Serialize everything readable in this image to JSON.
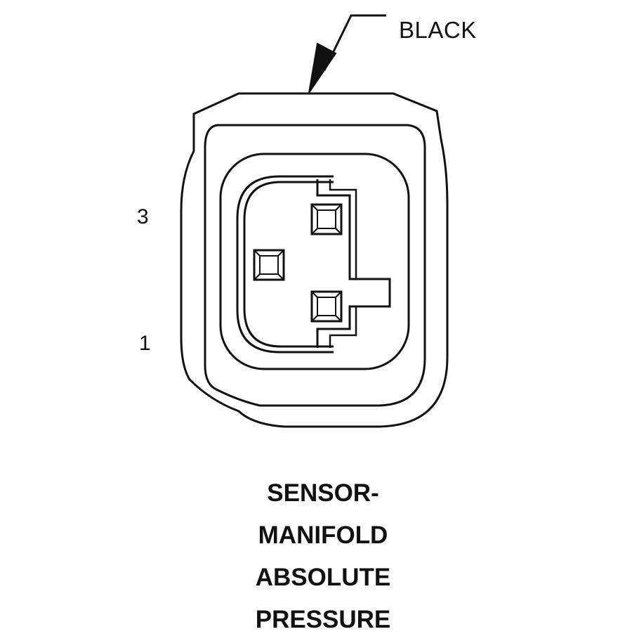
{
  "connector": {
    "color_callout": "BLACK",
    "pins": {
      "top": "3",
      "bottom": "1"
    },
    "title_lines": [
      "SENSOR-",
      "MANIFOLD",
      "ABSOLUTE",
      "PRESSURE"
    ]
  }
}
